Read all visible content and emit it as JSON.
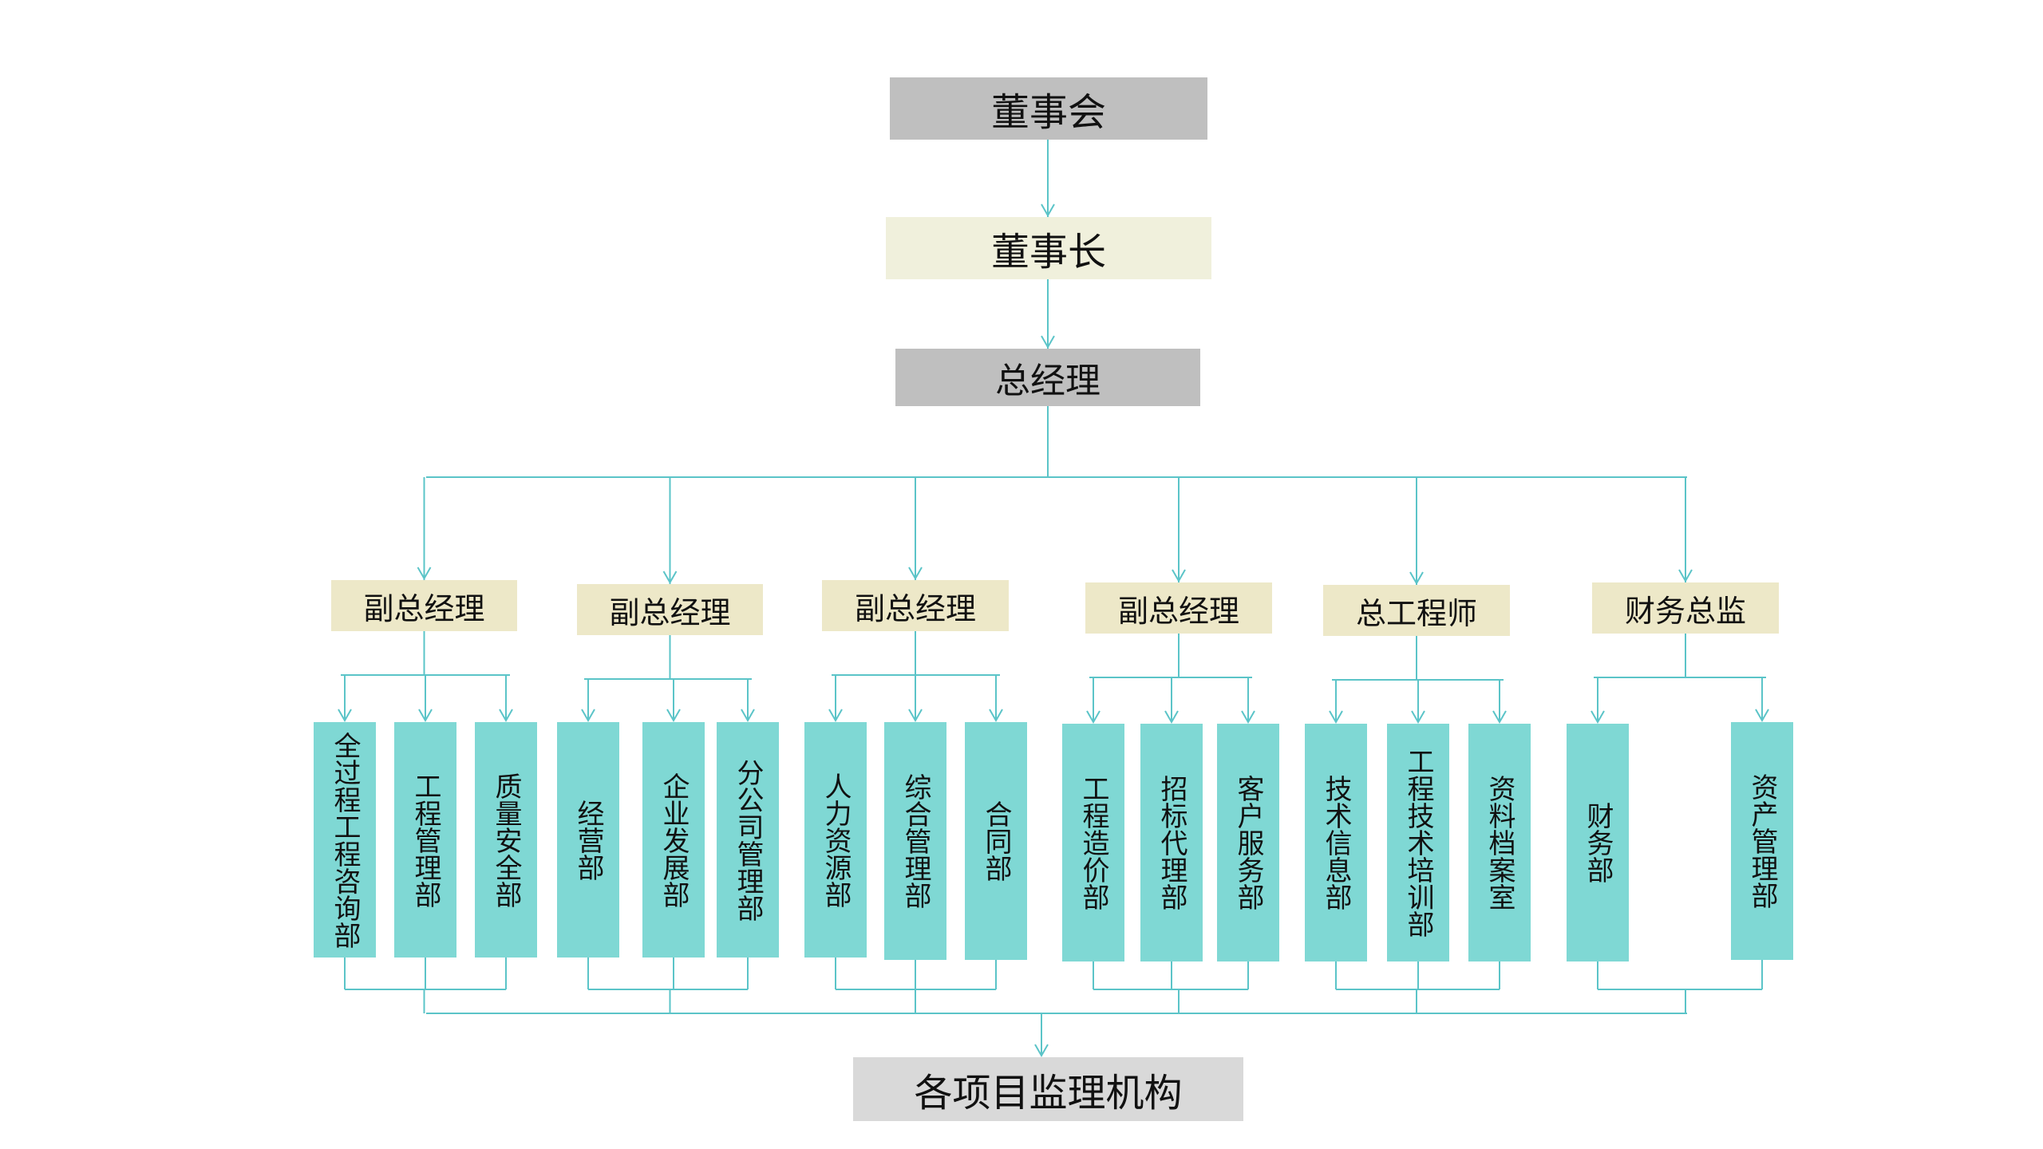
{
  "board": "董事会",
  "chairman": "董事长",
  "gm": "总经理",
  "managers": [
    "副总经理",
    "副总经理",
    "副总经理",
    "副总经理",
    "总工程师",
    "财务总监"
  ],
  "departments": [
    "全过程工程咨询部",
    "工程管理部",
    "质量安全部",
    "经营部",
    "企业发展部",
    "分公司管理部",
    "人力资源部",
    "综合管理部",
    "合同部",
    "工程造价部",
    "招标代理部",
    "客户服务部",
    "技术信息部",
    "工程技术培训部",
    "资料档案室",
    "财务部",
    "资产管理部"
  ],
  "bottom": "各项目监理机构",
  "colors": {
    "line": "#5bc4c8",
    "dept": "#7fd8d4"
  }
}
